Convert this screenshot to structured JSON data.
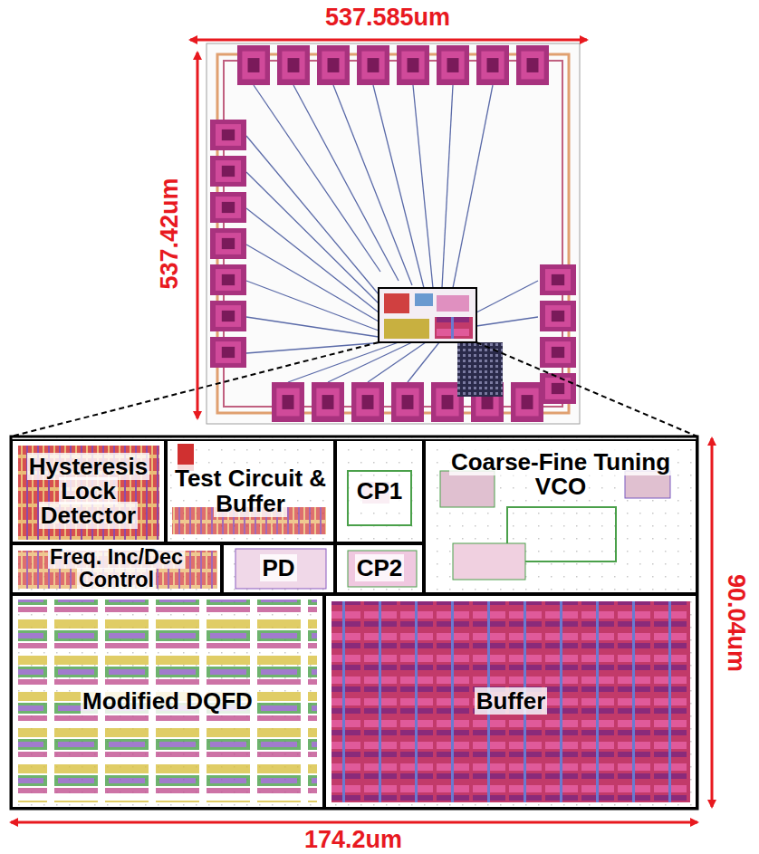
{
  "diagram": {
    "nodes": [
      {
        "text": [
          "Hysteresis Lock Detector"
        ]
      },
      {
        "text": [
          "Test Circuit & Buffer"
        ]
      },
      {
        "text": [
          "CP1"
        ]
      },
      {
        "text": [
          "Coarse-Fine Tuning VCO"
        ]
      },
      {
        "text": [
          "Freq. Inc/Dec Control"
        ]
      },
      {
        "text": [
          "PD"
        ]
      },
      {
        "text": [
          "CP2"
        ]
      },
      {
        "text": [
          "Modified DQFD"
        ]
      },
      {
        "text": [
          "Buffer"
        ]
      }
    ],
    "labels": [
      "537.585um",
      "537.42um",
      "174.2um",
      "90.04um"
    ]
  }
}
